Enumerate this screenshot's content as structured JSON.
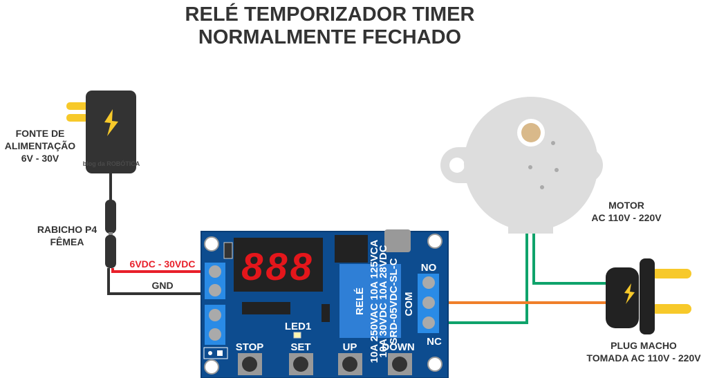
{
  "title": {
    "line1": "RELÉ TEMPORIZADOR TIMER",
    "line2": "NORMALMENTE FECHADO"
  },
  "power_supply": {
    "label_line1": "FONTE DE",
    "label_line2": "ALIMENTAÇÃO",
    "label_line3": "6V - 30V",
    "logo": "blog da ROBÓTICA"
  },
  "cable": {
    "label_line1": "RABICHO P4",
    "label_line2": "FÊMEA"
  },
  "wires": {
    "positive": "6VDC - 30VDC",
    "ground": "GND"
  },
  "board": {
    "display": "888",
    "relay": {
      "title": "RELÉ",
      "spec1": "10A 250VAC 10A 125VCA",
      "spec2": "10A 30VDC 10A 28VDC",
      "model": "SRD-05VDC-SL-C"
    },
    "led": "LED1",
    "terminals": {
      "no": "NO",
      "com": "COM",
      "nc": "NC"
    },
    "buttons": [
      "STOP",
      "SET",
      "UP",
      "DOWN"
    ]
  },
  "motor": {
    "label_line1": "MOTOR",
    "label_line2": "AC 110V - 220V"
  },
  "plug": {
    "label_line1": "PLUG MACHO",
    "label_line2": "TOMADA AC 110V - 220V"
  },
  "colors": {
    "board": "#0d4c8f",
    "relay": "#2f7fd6",
    "terminal": "#2a8be6",
    "positive_wire": "#e8202a",
    "ground_wire": "#333333",
    "green_wire": "#0fa36b",
    "orange_wire": "#f07f2a",
    "yellow": "#f7c92a",
    "display_digit": "#e4161b"
  }
}
